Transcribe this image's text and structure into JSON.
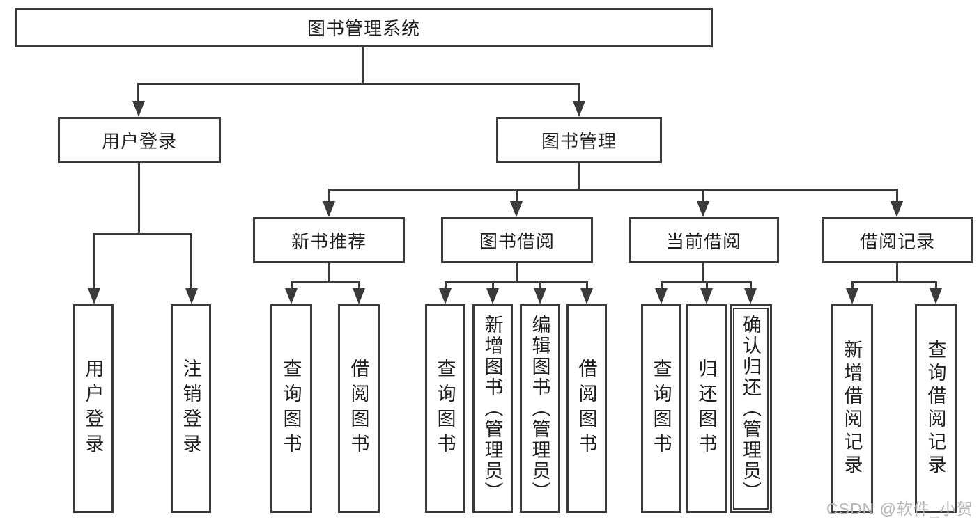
{
  "diagram": {
    "root": {
      "label": "图书管理系统",
      "children": [
        {
          "label": "用户登录",
          "children": [
            {
              "label": "用户登录"
            },
            {
              "label": "注销登录"
            }
          ]
        },
        {
          "label": "图书管理",
          "children": [
            {
              "label": "新书推荐",
              "children": [
                {
                  "label": "查询图书"
                },
                {
                  "label": "借阅图书"
                }
              ]
            },
            {
              "label": "图书借阅",
              "children": [
                {
                  "label": "查询图书"
                },
                {
                  "label": "新增图书（管理员）"
                },
                {
                  "label": "编辑图书（管理员）"
                },
                {
                  "label": "借阅图书"
                }
              ]
            },
            {
              "label": "当前借阅",
              "children": [
                {
                  "label": "查询图书"
                },
                {
                  "label": "归还图书"
                },
                {
                  "label": "确认归还（管理员）"
                }
              ]
            },
            {
              "label": "借阅记录",
              "children": [
                {
                  "label": "新增借阅记录"
                },
                {
                  "label": "查询借阅记录"
                }
              ]
            }
          ]
        }
      ]
    }
  },
  "watermark": {
    "text": "CSDN @软件_小贺同学"
  },
  "colors": {
    "line": "#3a3a3a",
    "text": "#1f1f1f",
    "background": "#ffffff",
    "watermark": "#b4b4b4"
  }
}
